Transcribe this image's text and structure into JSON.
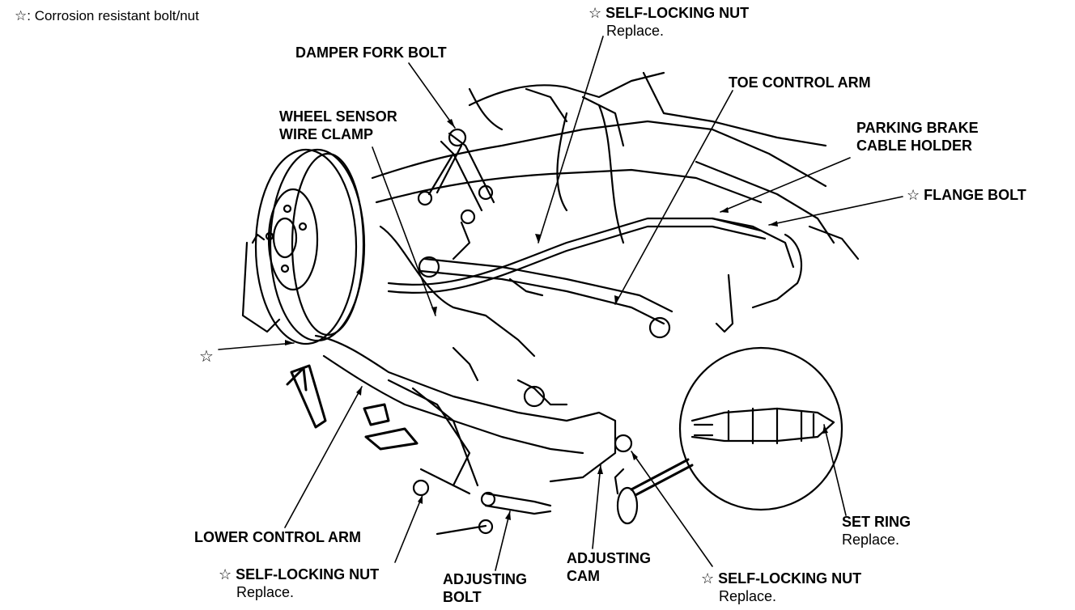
{
  "legend": {
    "symbol": "☆",
    "text": ": Corrosion resistant bolt/nut"
  },
  "labels": {
    "damper_fork_bolt": {
      "title": "DAMPER FORK BOLT"
    },
    "self_locking_nut_top": {
      "star": "☆",
      "title": "SELF-LOCKING NUT",
      "note": "Replace."
    },
    "toe_control_arm": {
      "title": "TOE CONTROL ARM"
    },
    "wheel_sensor_wire_clamp": {
      "line1": "WHEEL SENSOR",
      "line2": "WIRE CLAMP"
    },
    "parking_brake_cable_holder": {
      "line1": "PARKING BRAKE",
      "line2": "CABLE HOLDER"
    },
    "flange_bolt": {
      "star": "☆",
      "title": "FLANGE BOLT"
    },
    "lone_star": {
      "star": "☆"
    },
    "lower_control_arm": {
      "title": "LOWER CONTROL ARM"
    },
    "self_locking_nut_left": {
      "star": "☆",
      "title": "SELF-LOCKING NUT",
      "note": "Replace."
    },
    "adjusting_bolt": {
      "line1": "ADJUSTING",
      "line2": "BOLT"
    },
    "adjusting_cam": {
      "line1": "ADJUSTING",
      "line2": "CAM"
    },
    "self_locking_nut_right": {
      "star": "☆",
      "title": "SELF-LOCKING NUT",
      "note": "Replace."
    },
    "set_ring": {
      "title": "SET RING",
      "note": "Replace."
    }
  }
}
